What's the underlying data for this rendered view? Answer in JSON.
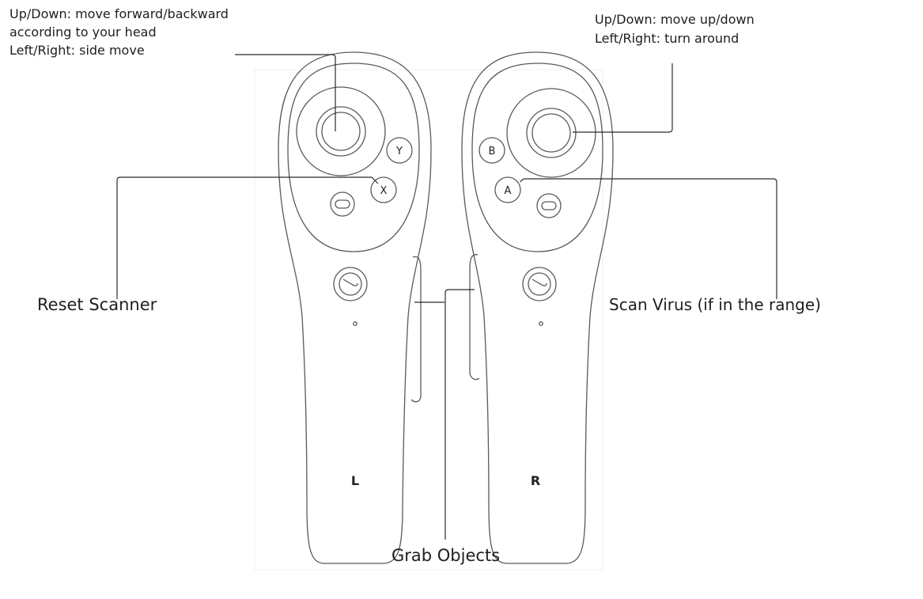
{
  "labels": {
    "left_stick_lines": [
      "Up/Down: move forward/backward",
      "according to your head",
      "Left/Right: side move"
    ],
    "right_stick_lines": [
      "Up/Down: move up/down",
      "Left/Right: turn around"
    ],
    "reset": "Reset Scanner",
    "scan": "Scan Virus (if in the range)",
    "grab": "Grab Objects"
  },
  "controllers": {
    "left": {
      "letter": "L",
      "button_top": "Y",
      "button_bottom": "X"
    },
    "right": {
      "letter": "R",
      "button_top": "B",
      "button_bottom": "A"
    }
  },
  "colors": {
    "outline": "#5a5a5a",
    "text": "#1e1e1e",
    "leader": "#2b2b2b"
  },
  "icons": [
    "menu-button-icon",
    "home-logo-icon"
  ]
}
